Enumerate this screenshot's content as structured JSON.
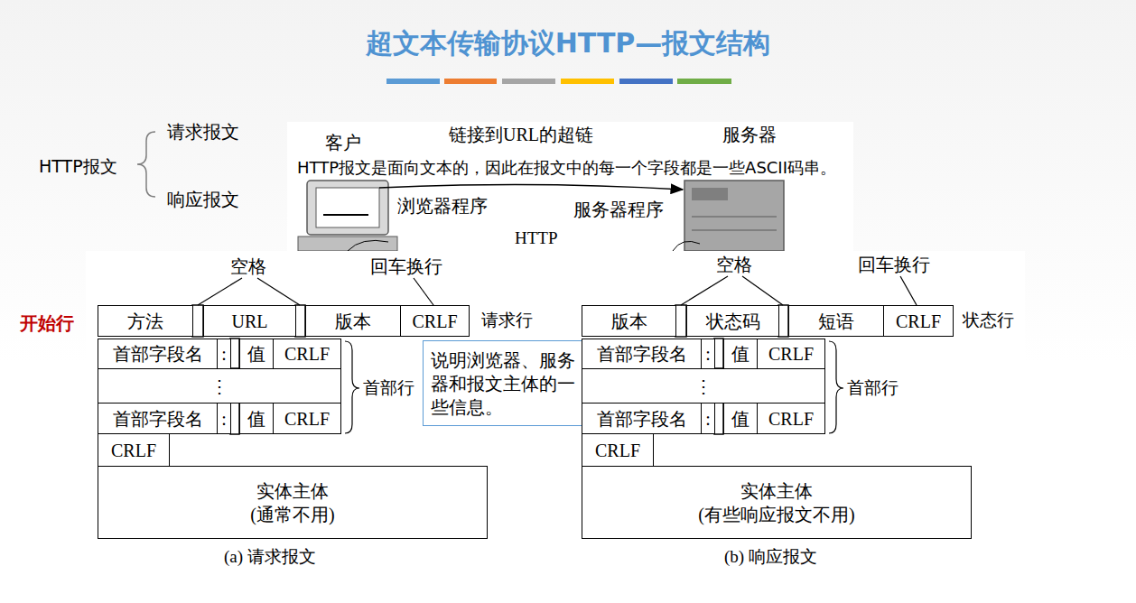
{
  "diagram": {
    "title": "超文本传输协议HTTP—报文结构",
    "nodes": [
      {
        "text": [
          "方法"
        ]
      },
      {
        "text": [
          "URL"
        ]
      },
      {
        "text": [
          "版本"
        ]
      },
      {
        "text": [
          "CRLF"
        ]
      },
      {
        "text": [
          "首部字段名"
        ]
      },
      {
        "text": [
          ":"
        ]
      },
      {
        "text": [
          "值"
        ]
      },
      {
        "text": [
          "CRLF"
        ]
      },
      {
        "text": [
          "⋮"
        ]
      },
      {
        "text": [
          "首部字段名"
        ]
      },
      {
        "text": [
          ":"
        ]
      },
      {
        "text": [
          "值"
        ]
      },
      {
        "text": [
          "CRLF"
        ]
      },
      {
        "text": [
          "CRLF"
        ]
      },
      {
        "text": [
          "实体主体",
          "(通常不用)"
        ]
      },
      {
        "text": [
          "说明浏览器、服务器和报文主体的一些信息。"
        ]
      },
      {
        "text": [
          "版本"
        ]
      },
      {
        "text": [
          "状态码"
        ]
      },
      {
        "text": [
          "短语"
        ]
      },
      {
        "text": [
          "CRLF"
        ]
      },
      {
        "text": [
          "首部字段名"
        ]
      },
      {
        "text": [
          ":"
        ]
      },
      {
        "text": [
          "值"
        ]
      },
      {
        "text": [
          "CRLF"
        ]
      },
      {
        "text": [
          "⋮"
        ]
      },
      {
        "text": [
          "首部字段名"
        ]
      },
      {
        "text": [
          ":"
        ]
      },
      {
        "text": [
          "值"
        ]
      },
      {
        "text": [
          "CRLF"
        ]
      },
      {
        "text": [
          "CRLF"
        ]
      },
      {
        "text": [
          "实体主体",
          "(有些响应报文不用)"
        ]
      }
    ],
    "labels": [
      "HTTP报文",
      "请求报文",
      "响应报文",
      "链接到URL的超链",
      "客户",
      "服务器",
      "HTTP报文是面向文本的，因此在报文中的每一个字段都是一些ASCII码串。",
      "浏览器程序",
      "服务器程序",
      "HTTP",
      "空格",
      "回车换行",
      "开始行",
      "请求行",
      "首部行",
      "(a) 请求报文",
      "空格",
      "回车换行",
      "状态行",
      "首部行",
      "(b) 响应报文"
    ]
  }
}
